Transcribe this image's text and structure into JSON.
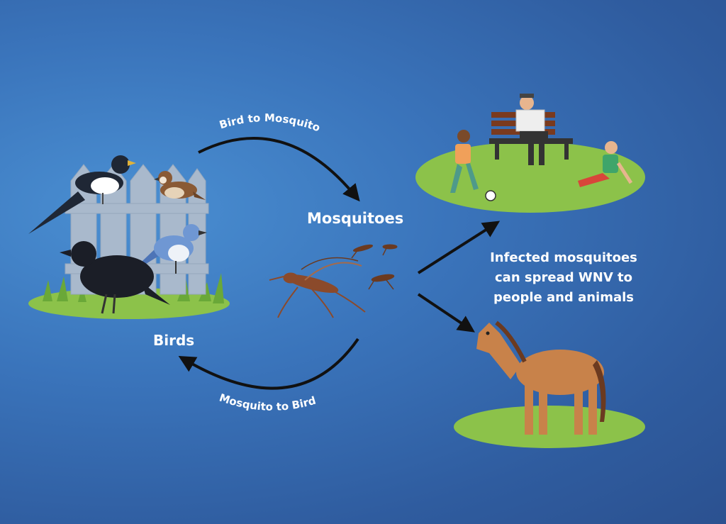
{
  "diagram": {
    "nodes": {
      "birds": "Birds",
      "mosquitoes": "Mosquitoes"
    },
    "edges": {
      "bird_to_mosquito": "Bird to Mosquito",
      "mosquito_to_bird": "Mosquito to Bird"
    },
    "note": {
      "line1": "Infected mosquitoes",
      "line2": "can spread WNV to",
      "line3": "people and animals"
    }
  },
  "colors": {
    "background": "#3a74bb",
    "text": "#ffffff",
    "arrow": "#111111",
    "grass": "#8cc24a",
    "mosquito": "#8b4a2b",
    "horse": "#c8824a"
  },
  "icons": [
    "magpie-icon",
    "sparrow-icon",
    "crow-icon",
    "blue-jay-icon",
    "fence-icon",
    "mosquito-icon",
    "park-people-icon",
    "horse-icon"
  ]
}
